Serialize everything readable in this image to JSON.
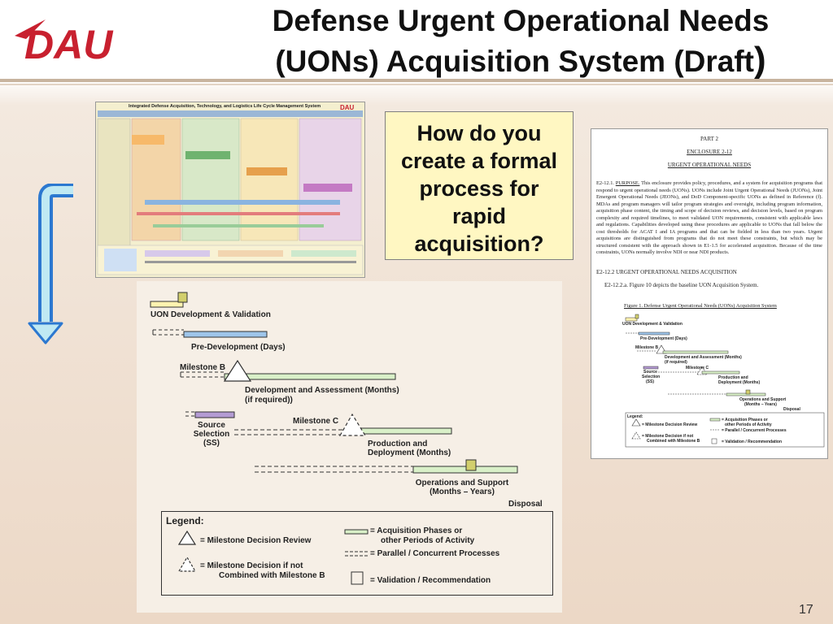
{
  "header": {
    "logo_text": "DAU",
    "title_line1": "Defense Urgent Operational Needs",
    "title_line2": "(UONs) Acquisition System (Draft",
    "title_paren": ")"
  },
  "wall_chart": {
    "title": "Integrated Defense Acquisition, Technology, and Logistics Life Cycle Management System"
  },
  "question": {
    "line1": "How do you",
    "line2": "create a formal",
    "line3": "process for",
    "line4": "rapid",
    "line5": "acquisition?"
  },
  "diagram": {
    "uon_dev": "UON Development & Validation",
    "pre_dev": "Pre-Development  (Days)",
    "milestone_b": "Milestone B",
    "dev_assess": "Development and Assessment (Months)",
    "if_required": "(if required))",
    "source_selection_1": "Source",
    "source_selection_2": "Selection",
    "source_selection_3": "(SS)",
    "milestone_c": "Milestone C",
    "prod_deploy_1": "Production and",
    "prod_deploy_2": "Deployment (Months)",
    "ops_support_1": "Operations and Support",
    "ops_support_2": "(Months – Years)",
    "disposal": "Disposal",
    "legend": {
      "title": "Legend:",
      "mdr": "=  Milestone Decision Review",
      "mdnc_1": "=  Milestone Decision if not",
      "mdnc_2": "Combined with Milestone B",
      "phases_1": "=  Acquisition Phases or",
      "phases_2": "other Periods of Activity",
      "parallel": "=  Parallel / Concurrent Processes",
      "validation": "=  Validation / Recommendation"
    }
  },
  "document": {
    "part": "PART 2",
    "enclosure": "ENCLOSURE 2-12",
    "heading": "URGENT OPERATIONAL NEEDS",
    "purpose_label": "E2-12.1.",
    "purpose_word": "PURPOSE.",
    "purpose_text": "This enclosure provides policy, procedures, and a system for acquisition programs that respond to urgent operational needs (UONs). UONs include Joint Urgent Operational Needs (JUONs), Joint Emergent Operational Needs (JEONs), and DoD Component-specific UONs as defined in Reference (f). MDAs and program managers will tailor program strategies and oversight, including program information, acquisition phase content, the timing and scope of decision reviews, and decision levels, based on program complexity and required timelines, to meet validated UON requirements, consistent with applicable laws and regulations. Capabilities developed using these procedures are applicable to UONs that fall below the cost thresholds for ACAT I and IA programs and that can be fielded in less than two years. Urgent acquisitions are distinguished from programs that do not meet these constraints, but which may be structured consistent with the approach shown in E1-1.5 for accelerated acquisition. Because of the time constraints, UONs normally involve NDI or near NDI products.",
    "section2": "E2-12.2   URGENT OPERATIONAL NEEDS ACQUISITION",
    "section2a": "E2-12.2.a.    Figure 10 depicts the baseline UON Acquisition System.",
    "figure_caption": "Figure 1. Defense Urgent Operational Needs (UONs) Acquisition System",
    "mini": {
      "uon_dev": "UON Development & Validation",
      "pre_dev": "Pre-Development (Days)",
      "milestone_b": "Milestone B",
      "dev_assess_1": "Development and Assessment (Months)",
      "dev_assess_2": "(if required)",
      "source_1": "Source",
      "source_2": "Selection",
      "source_3": "(SS)",
      "milestone_c": "Milestone C",
      "prod_1": "Production and",
      "prod_2": "Deployment (Months)",
      "ops_1": "Operations and Support",
      "ops_2": "(Months – Years)",
      "disposal": "Disposal",
      "legend": "Legend:",
      "mdr": "= Milestone Decision Review",
      "mdnc_1": "= Milestone Decision if not",
      "mdnc_2": "Combined with Milestone B",
      "phases_1": "= Acquisition Phases or",
      "phases_2": "other Periods of Activity",
      "parallel": "= Parallel / Concurrent Processes",
      "validation": "= Validation / Recommendation"
    }
  },
  "page_number": "17",
  "colors": {
    "brand_red": "#c8202f",
    "phase_green": "#d9f0c8",
    "uon_yellow": "#fff3b0",
    "predev_blue": "#9ec5ea",
    "ss_purple": "#b49bd3",
    "validation_olive": "#d2cf6d",
    "arrow_blue": "#2c78d0"
  }
}
